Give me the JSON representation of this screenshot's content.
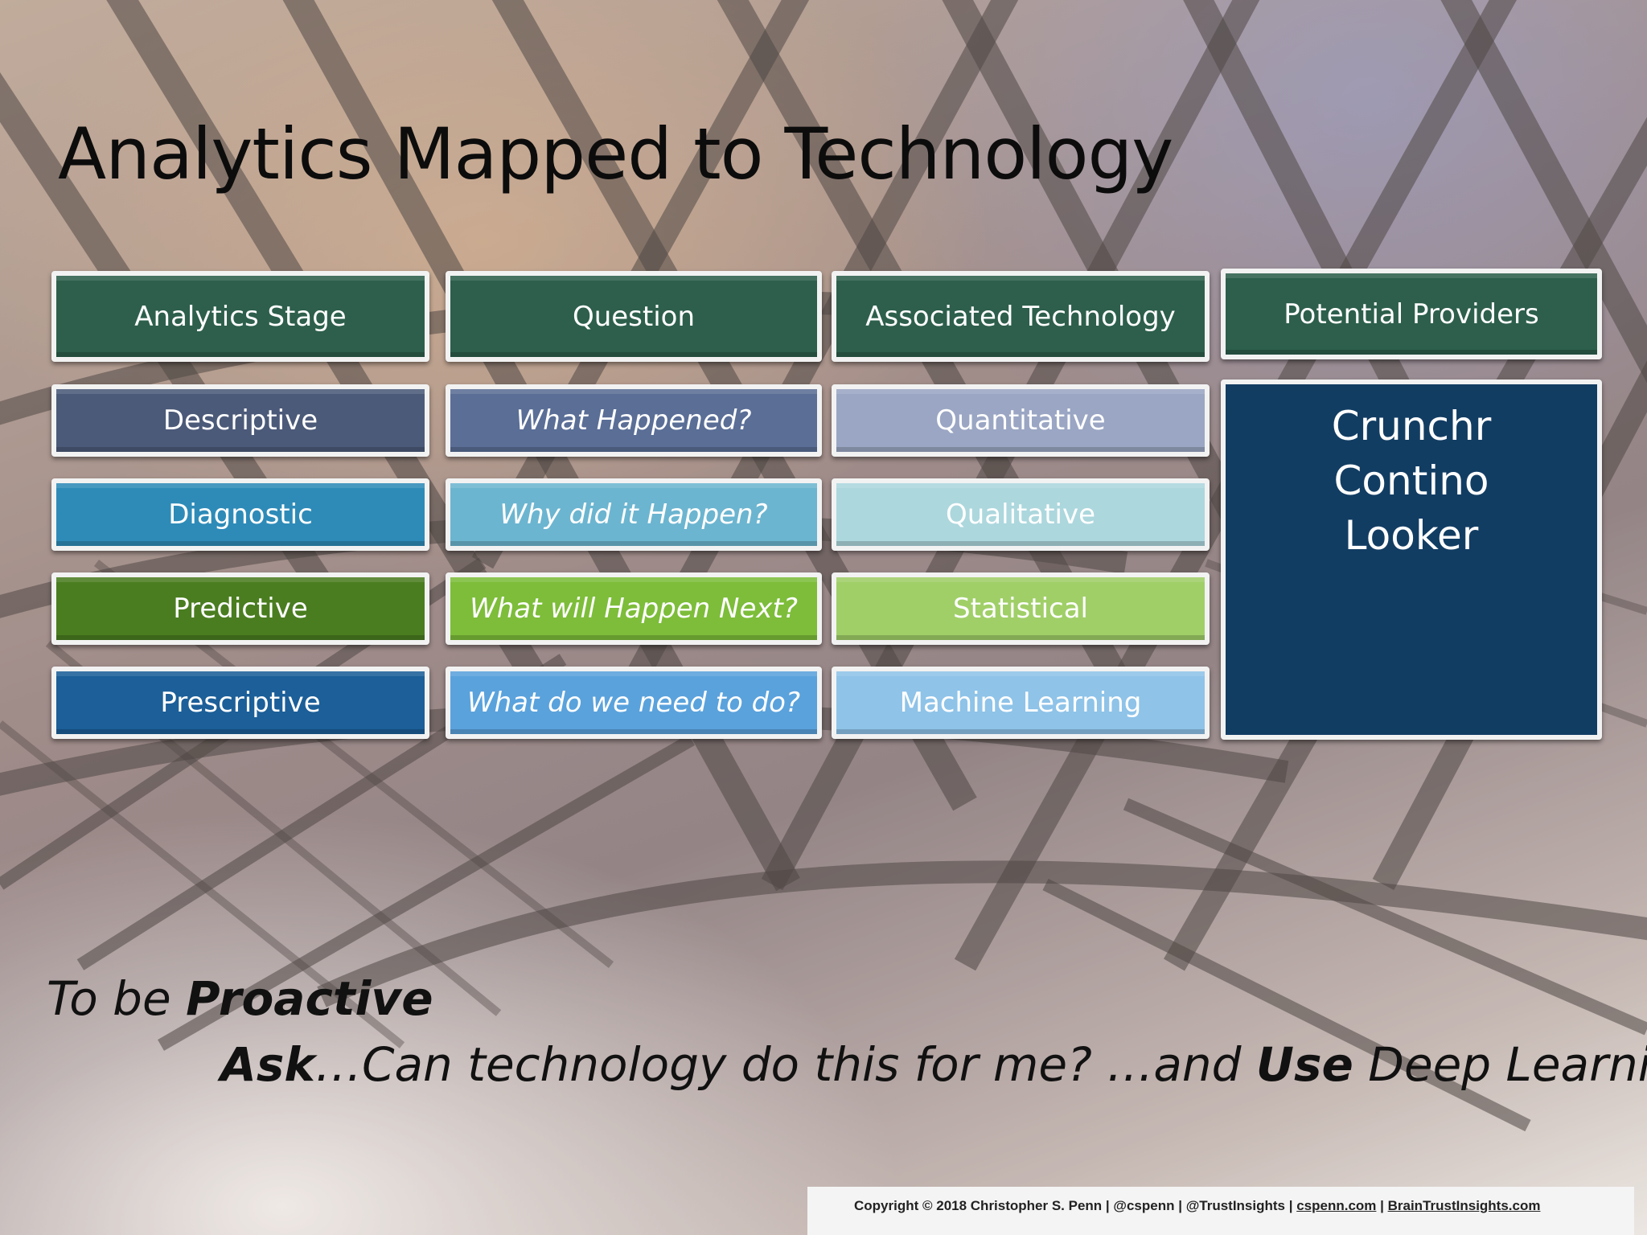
{
  "slide": {
    "title": "Analytics Mapped to Technology"
  },
  "table": {
    "headers": [
      "Analytics Stage",
      "Question",
      "Associated Technology",
      "Potential Providers"
    ],
    "rows": [
      {
        "stage": "Descriptive",
        "question": "What Happened?",
        "technology": "Quantitative"
      },
      {
        "stage": "Diagnostic",
        "question": "Why did it Happen?",
        "technology": "Qualitative"
      },
      {
        "stage": "Predictive",
        "question": "What will Happen Next?",
        "technology": "Statistical"
      },
      {
        "stage": "Prescriptive",
        "question": "What do we need to do?",
        "technology": "Machine Learning"
      }
    ],
    "providers": [
      "Crunchr",
      "Contino",
      "Looker"
    ]
  },
  "colors": {
    "header": "#2d5f4c",
    "descriptive": [
      "#4c5a79",
      "#5a6e96",
      "#9aa6c3"
    ],
    "diagnostic": [
      "#2e8bb8",
      "#6cb5d0",
      "#acd7dd"
    ],
    "predictive": [
      "#4a7d20",
      "#7dbd3a",
      "#a0cf68"
    ],
    "prescriptive": [
      "#1c5f99",
      "#5aa2dc",
      "#8fc3e8"
    ],
    "providers": "#123d63"
  },
  "note": {
    "line1_prefix": "To be ",
    "line1_bold": "Proactive",
    "line2_bold1": "Ask",
    "line2_mid": "…Can technology do this for me?  …and ",
    "line2_bold2": "Use",
    "line2_end": " Deep Learning"
  },
  "footer": {
    "copyright": "Copyright © 2018 Christopher S. Penn | @cspenn | @TrustInsights | ",
    "link1": "cspenn.com",
    "sep": " | ",
    "link2": "BrainTrustInsights.com"
  }
}
